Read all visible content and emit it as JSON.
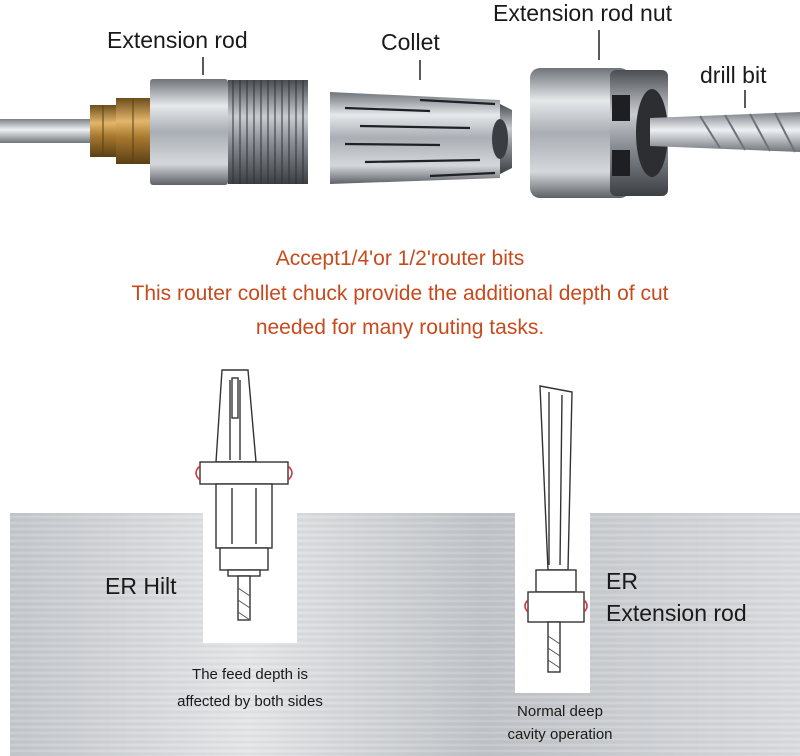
{
  "labels": {
    "extension_rod": "Extension rod",
    "collet": "Collet",
    "extension_rod_nut": "Extension rod nut",
    "drill_bit": "drill bit"
  },
  "headline": {
    "line1": "Accept1/4'or 1/2'router bits",
    "line2": "This router collet chuck provide the additional depth of cut",
    "line3": "needed for many routing tasks."
  },
  "comparison": {
    "left": {
      "name": "ER Hilt",
      "caption_line1": "The feed depth is",
      "caption_line2": "affected by both sides"
    },
    "right": {
      "name_line1": "ER",
      "name_line2": "Extension rod",
      "caption_line1": "Normal deep",
      "caption_line2": "cavity operation"
    }
  },
  "colors": {
    "accent_text": "#c84a1c",
    "steel": "#b8bcc1",
    "brass": "#b5893f",
    "outline": "#333333",
    "highlight": "#d2353f"
  }
}
